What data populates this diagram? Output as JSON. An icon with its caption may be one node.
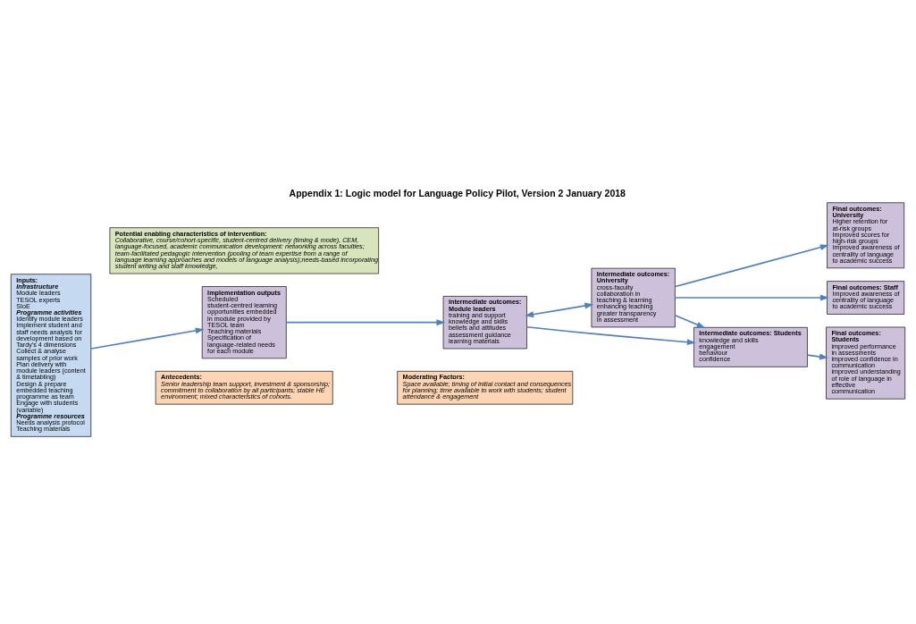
{
  "diagram": {
    "title": "Appendix 1: Logic model for Language Policy Pilot, Version 2 January 2018",
    "nodes": [
      {
        "text": [
          "Inputs:",
          "Infrastructure",
          "Module leaders",
          "TESOL experts",
          "SIoE",
          "Programme activities",
          "Identify module leaders",
          "Implement student and staff needs analysis for development based on Tardy's 4 dimensions",
          "Collect & analyse samples of prior work",
          "Plan delivery with module leaders (content & timetabling)",
          "Design & prepare embedded teaching programme as team",
          "Engage with students (variable)",
          "Programme resources",
          "Needs analysis protocol",
          "Teaching materials"
        ]
      },
      {
        "text": [
          "Potential enabling characteristics of intervention:",
          "Collaborative, course/cohort-specific, student-centred delivery (timing & mode), CEM, language-focused, academic communication development: networking across faculties; team-facilitated pedagogic intervention (pooling of team expertise from a range of language learning approaches and models of language analysis);needs-based incorporating student writing and staff knowledge,"
        ]
      },
      {
        "text": [
          "Final outcomes: University",
          "Higher retention for at-risk groups",
          "Improved scores for high-risk groups",
          "Improved awareness of centrality of language to academic success"
        ]
      },
      {
        "text": [
          "Implementation outputs",
          "Scheduled student-centred learning opportunities embedded in module provided by TESOL team",
          "Teaching materials",
          "Specification of language-related needs for each module"
        ]
      },
      {
        "text": [
          "Intermediate outcomes: Module leaders",
          "training and support",
          "knowledge and skills",
          "beliefs and attitudes",
          "assessment guidance",
          "learning materials"
        ]
      },
      {
        "text": [
          "Intermediate outcomes: University",
          "cross-faculty collaboration in teaching & learning",
          "enhancing teaching",
          "greater transparency in assessment"
        ]
      },
      {
        "text": [
          "Final outcomes: Staff",
          "Improved awareness of centrality of language to academic success"
        ]
      },
      {
        "text": [
          "Final outcomes: Students",
          "improved performance in assessments",
          "improved confidence in communication",
          "improved understanding of role of language in effective communication"
        ]
      },
      {
        "text": [
          "Intermediate outcomes: Students",
          "knowledge and skills",
          "engagement",
          "behaviour",
          "confidence"
        ]
      },
      {
        "text": [
          "Antecedents:",
          "Senior leadership team support, investment & sponsorship; commitment to collaboration by all participants; stable HE environment; mixed characteristics of cohorts."
        ]
      },
      {
        "text": [
          "Moderating Factors:",
          "Space available; timing of initial contact and consequences for planning; time available to work with students; student attendance & engagement"
        ]
      }
    ],
    "edges": [
      {
        "from": 0,
        "to": 3,
        "arrow": "to"
      },
      {
        "from": 3,
        "to": 4,
        "arrow": "to"
      },
      {
        "from": 4,
        "to": 5,
        "arrow": "both"
      },
      {
        "from": 4,
        "to": 8,
        "arrow": "to"
      },
      {
        "from": 5,
        "to": 8,
        "arrow": "to"
      },
      {
        "from": 5,
        "to": 2,
        "arrow": "to"
      },
      {
        "from": 5,
        "to": 6,
        "arrow": "to"
      },
      {
        "from": 8,
        "to": 7,
        "arrow": "to"
      }
    ]
  }
}
